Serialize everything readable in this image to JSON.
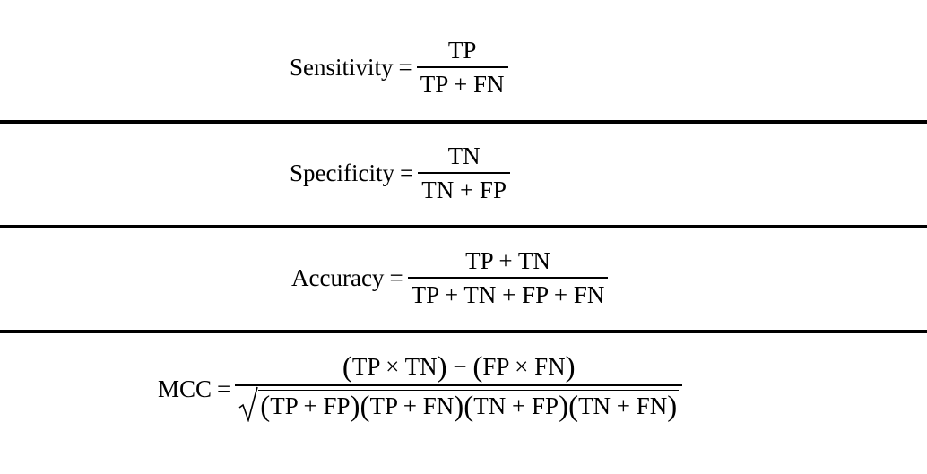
{
  "equations": {
    "sensitivity": {
      "lhs": "Sensitivity",
      "eq": "=",
      "numerator": "TP",
      "denominator": "TP + FN"
    },
    "specificity": {
      "lhs": "Specificity",
      "eq": "=",
      "numerator": "TN",
      "denominator": "TN + FP"
    },
    "accuracy": {
      "lhs": "Accuracy",
      "eq": "=",
      "numerator": "TP + TN",
      "denominator": "TP + TN + FP + FN"
    },
    "mcc": {
      "lhs": "MCC",
      "eq": "=",
      "numerator_parts": {
        "open1": "(",
        "term1": "TP × TN",
        "close1": ")",
        "minus": " − ",
        "open2": "(",
        "term2": "FP × FN",
        "close2": ")"
      },
      "denominator_factors": [
        "TP + FP",
        "TP + FN",
        "TN + FP",
        "TN + FN"
      ],
      "paren_open": "(",
      "paren_close": ")"
    }
  }
}
